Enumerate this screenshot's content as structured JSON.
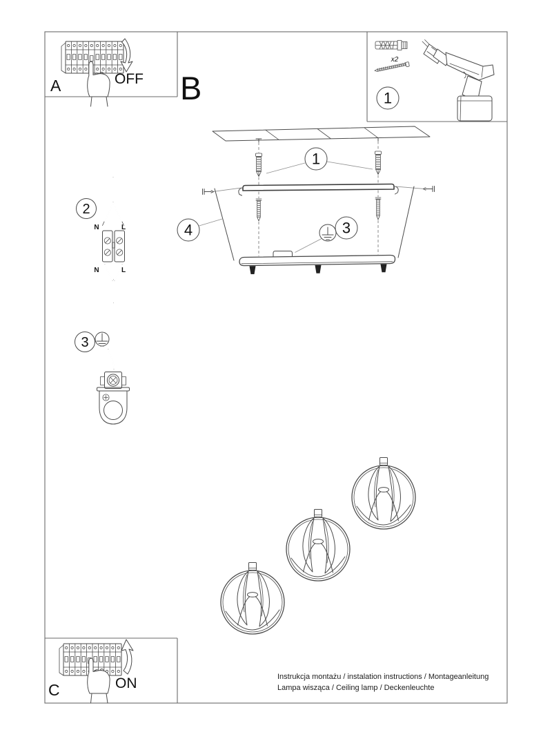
{
  "colors": {
    "background": "#ffffff",
    "line_art": "#4a4a4a",
    "text": "#111111"
  },
  "step_boxes": {
    "a": {
      "label": "A",
      "switch_action": "OFF"
    },
    "b": {
      "label": "B"
    },
    "c": {
      "label": "C",
      "switch_action": "ON"
    }
  },
  "included_parts_box": {
    "callout_number": "1",
    "screw_quantity": "x2"
  },
  "main_diagram": {
    "callout_wall_plugs": "1",
    "callout_ground_terminal": "3",
    "callout_canopy": "4"
  },
  "wiring_detail": {
    "callout_number": "2",
    "labels": {
      "top_neutral": "N",
      "top_live": "L",
      "bottom_neutral": "N",
      "bottom_live": "L"
    }
  },
  "ground_detail": {
    "callout_number": "3"
  },
  "footer": {
    "line1": "Instrukcja montażu / instalation instructions / Montageanleitung",
    "line2": "Lampa wisząca / Ceiling lamp / Deckenleuchte"
  }
}
